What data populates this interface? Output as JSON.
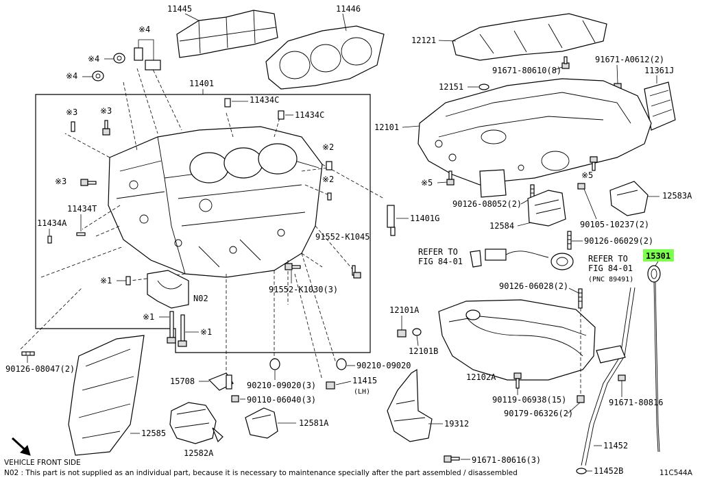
{
  "labels": {
    "p11445": "11445",
    "p11446": "11446",
    "p12121": "12121",
    "p91671_a0612": "91671-A0612(2)",
    "p91671_80610": "91671-80610(8)",
    "p11361j": "11361J",
    "p12151": "12151",
    "p12101": "12101",
    "p11401": "11401",
    "p11434c_1": "11434C",
    "p11434c_2": "11434C",
    "p11434t": "11434T",
    "p11434a": "11434A",
    "p11401g": "11401G",
    "p91552_k1045": "91552-K1045",
    "p91552_k1030": "91552-K1030(3)",
    "pn02": "N02",
    "p90126_08052": "90126-08052(2)",
    "p12584": "12584",
    "p90105_10237": "90105-10237(2)",
    "p12583a": "12583A",
    "p90126_06029": "90126-06029(2)",
    "refer_left_1": "REFER TO",
    "refer_left_2": "FIG 84-01",
    "refer_right_1": "REFER TO",
    "refer_right_2": "FIG 84-01",
    "pnc_89491": "(PNC 89491)",
    "p15301": "15301",
    "p90126_06028": "90126-06028(2)",
    "p12101a": "12101A",
    "p12101b": "12101B",
    "p12102a": "12102A",
    "p90119_06938": "90119-06938(15)",
    "p90179_06326": "90179-06326(2)",
    "p91671_80816": "91671-80816",
    "p11452": "11452",
    "p11452b": "11452B",
    "p90126_08047": "90126-08047(2)",
    "p15708": "15708",
    "p90210_09020_3": "90210-09020(3)",
    "p90210_09020": "90210-09020",
    "p11415": "11415",
    "p11415_lh": "(LH)",
    "p90110_06040": "90110-06040(3)",
    "p12585": "12585",
    "p12582a": "12582A",
    "p12581a": "12581A",
    "p19312": "19312",
    "p91671_80616": "91671-80616(3)",
    "x4_a": "※4",
    "x4_b": "※4",
    "x4_c": "※4",
    "x3_a": "※3",
    "x3_b": "※3",
    "x3_c": "※3",
    "x2_a": "※2",
    "x2_b": "※2",
    "x5_a": "※5",
    "x5_b": "※5",
    "x1_a": "※1",
    "x1_b": "※1",
    "x1_c": "※1"
  },
  "footer": {
    "vehicle_front": "VEHICLE FRONT SIDE",
    "note": "N02 : This part is not supplied as an individual part, because it is necessary to maintenance specially after the part assembled / disassembled",
    "figure_code": "11C544A"
  },
  "colors": {
    "highlight": "#7dff4f",
    "ink": "#000000"
  }
}
